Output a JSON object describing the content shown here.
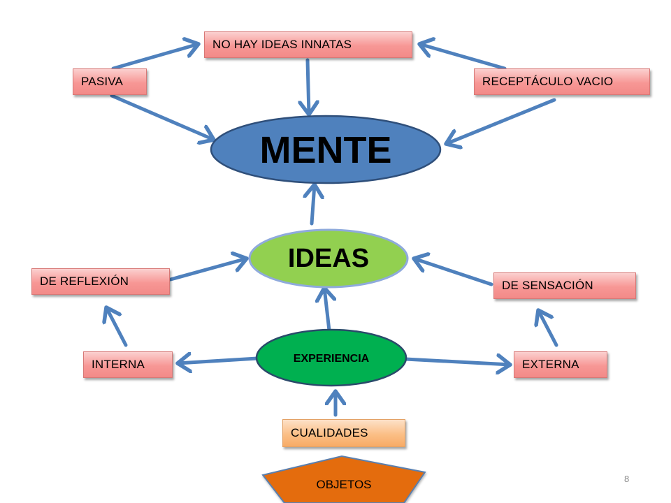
{
  "diagram": {
    "nodes": {
      "mente": "MENTE",
      "ideas": "IDEAS",
      "experiencia": "EXPERIENCIA",
      "no_ideas_innatas": "NO HAY IDEAS INNATAS",
      "pasiva": "PASIVA",
      "receptaculo": "RECEPTÁCULO VACIO",
      "reflexion": "DE REFLEXIÓN",
      "sensacion": "DE SENSACIÓN",
      "interna": "INTERNA",
      "externa": "EXTERNA",
      "cualidades": "CUALIDADES",
      "objetos": "OBJETOS"
    },
    "edges": [
      {
        "from": "PASIVA",
        "to": "NO HAY IDEAS INNATAS"
      },
      {
        "from": "RECEPTÁCULO VACIO",
        "to": "NO HAY IDEAS INNATAS"
      },
      {
        "from": "NO HAY IDEAS INNATAS",
        "to": "MENTE"
      },
      {
        "from": "PASIVA",
        "to": "MENTE"
      },
      {
        "from": "RECEPTÁCULO VACIO",
        "to": "MENTE"
      },
      {
        "from": "IDEAS",
        "to": "MENTE"
      },
      {
        "from": "DE REFLEXIÓN",
        "to": "IDEAS"
      },
      {
        "from": "DE SENSACIÓN",
        "to": "IDEAS"
      },
      {
        "from": "EXPERIENCIA",
        "to": "IDEAS"
      },
      {
        "from": "INTERNA",
        "to": "DE REFLEXIÓN"
      },
      {
        "from": "EXTERNA",
        "to": "DE SENSACIÓN"
      },
      {
        "from": "EXPERIENCIA",
        "to": "INTERNA"
      },
      {
        "from": "EXPERIENCIA",
        "to": "EXTERNA"
      },
      {
        "from": "CUALIDADES",
        "to": "EXPERIENCIA"
      }
    ],
    "colors": {
      "arrow": "#4f81bd",
      "mente_fill": "#4f81bd",
      "ideas_fill": "#92d050",
      "experiencia_fill": "#00b050",
      "objetos_fill": "#e46c0a",
      "box_red": "#f79795",
      "box_orange": "#fbbf86"
    }
  },
  "page_number": "8"
}
